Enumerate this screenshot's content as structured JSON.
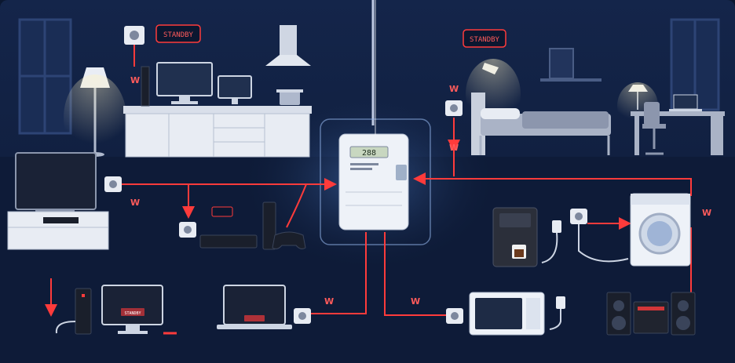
{
  "labels": {
    "standby_kitchen": "STANDBY",
    "standby_bedroom": "STANDBY",
    "meter_reading": "288",
    "watt_symbol": "W",
    "device_screen_label": "STANDBY"
  },
  "colors": {
    "background": "#0b1730",
    "floor": "#101f3d",
    "accent_red": "#ff3b3b",
    "meter_glow": "#cfe3ff",
    "appliance": "#e8ecf3"
  },
  "icons": [
    "smart-meter-icon",
    "refrigerator-cabinet-icon",
    "desktop-monitor-icon",
    "laptop-icon",
    "tv-icon",
    "game-console-icon",
    "gamepad-icon",
    "bed-icon",
    "desk-lamp-icon",
    "floor-lamp-icon",
    "pendant-lamp-icon",
    "coffee-machine-icon",
    "washing-machine-icon",
    "microwave-icon",
    "stereo-speaker-icon",
    "wall-socket-icon",
    "plug-icon",
    "window-icon"
  ]
}
